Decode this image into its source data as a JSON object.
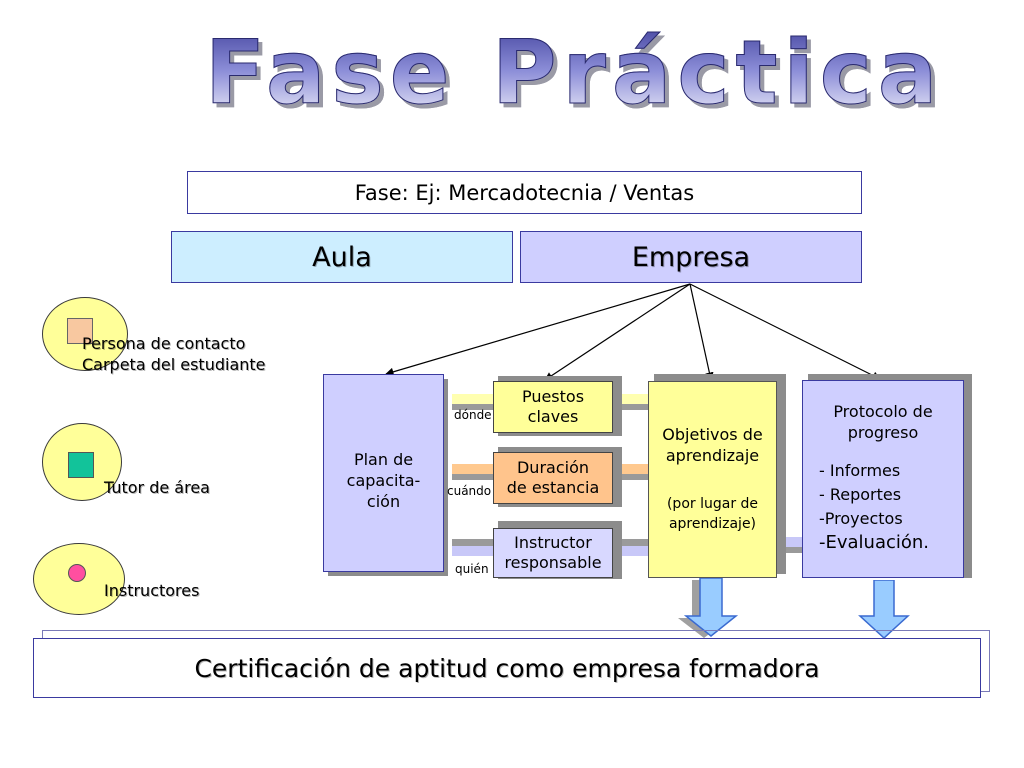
{
  "title": "Fase Práctica",
  "phase_label": "Fase:  Ej: Mercadotecnia / Ventas",
  "columns": {
    "aula": "Aula",
    "empresa": "Empresa"
  },
  "legend": [
    {
      "icon": "square-icon",
      "color": "#f8c8a0",
      "lines": [
        "Persona de contacto",
        "Carpeta del estudiante"
      ]
    },
    {
      "icon": "square-icon",
      "color": "#12c39a",
      "lines": [
        "Tutor de área"
      ]
    },
    {
      "icon": "circle-icon",
      "color": "#ff4fa0",
      "lines": [
        "Instructores"
      ]
    }
  ],
  "plan_box": [
    "Plan de",
    "capacita-",
    "ción"
  ],
  "factors": [
    {
      "label": [
        "Puestos",
        "claves"
      ],
      "connector": "dónde",
      "color": "#ffff99",
      "bar_color": "#ffffb0"
    },
    {
      "label": [
        "Duración",
        "de estancia"
      ],
      "connector": "cuándo",
      "color": "#ffc48c",
      "bar_color": "#ffc98f"
    },
    {
      "label": [
        "Instructor",
        "responsable"
      ],
      "connector": "quién",
      "color": "#d8d8ff",
      "bar_color": "#c8c8f8"
    }
  ],
  "objectives_box": {
    "title": [
      "Objetivos de",
      "aprendizaje"
    ],
    "note": [
      "(por lugar de",
      "aprendizaje)"
    ]
  },
  "protocol_box": {
    "title": [
      "Protocolo de",
      "progreso"
    ],
    "items": [
      "- Informes",
      "- Reportes",
      "-Proyectos",
      "-Evaluación."
    ]
  },
  "certification": "Certificación de aptitud como empresa formadora",
  "colors": {
    "panel_blue": "#cfcfff",
    "panel_yellow": "#ffff99",
    "aula": "#cdeeff",
    "arrow_fill": "#99ccff",
    "border": "#3a3aa0"
  }
}
